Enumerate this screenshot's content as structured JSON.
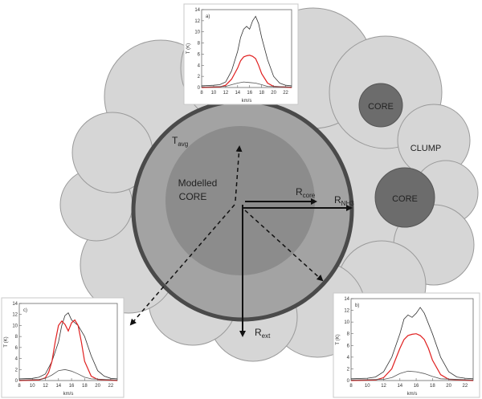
{
  "labels": {
    "t_avg_main": "T",
    "t_avg_sub": "avg",
    "clump": "CLUMP",
    "core_top": "CORE",
    "core_right": "CORE",
    "modelled_line1": "Modelled",
    "modelled_line2": "CORE",
    "r_core_main": "R",
    "r_core_sub": "core",
    "r_nh3_main": "R",
    "r_nh3_sub": "NH3",
    "r_ext_main": "R",
    "r_ext_sub": "ext"
  },
  "colors": {
    "cloud_fill": "#d6d6d6",
    "cloud_stroke": "#9a9a9a",
    "outer_ring": "#4a4a4a",
    "envelope": "#a3a3a3",
    "inner_core": "#8c8c8c",
    "small_core": "#6c6c6c",
    "spectrum_black": "#333333",
    "spectrum_red": "#e02020"
  },
  "chart_data": [
    {
      "type": "line",
      "panel": "a)",
      "xlabel": "km/s",
      "ylabel": "T (K)",
      "xlim": [
        8,
        23
      ],
      "ylim": [
        0,
        14
      ],
      "xticks": [
        "8",
        "10",
        "12",
        "14",
        "16",
        "18",
        "20",
        "22"
      ],
      "yticks": [
        "0",
        "2",
        "4",
        "6",
        "8",
        "10",
        "12",
        "14"
      ],
      "series": [
        {
          "color": "black",
          "x": [
            8,
            10,
            11,
            12,
            13,
            14,
            14.5,
            15,
            15.5,
            16,
            16.5,
            17,
            17.5,
            18,
            19,
            20,
            21,
            22,
            23
          ],
          "values": [
            0.3,
            0.4,
            0.5,
            1.0,
            3.0,
            6.5,
            9.0,
            10.5,
            11.0,
            10.5,
            12.0,
            12.8,
            11.5,
            9.0,
            5.0,
            2.0,
            0.8,
            0.4,
            0.3
          ]
        },
        {
          "color": "red",
          "x": [
            8,
            11,
            12,
            13,
            14,
            14.5,
            15,
            15.5,
            16,
            16.5,
            17,
            17.5,
            18,
            19,
            20,
            23
          ],
          "values": [
            0,
            0.1,
            0.4,
            1.5,
            3.5,
            4.8,
            5.5,
            5.7,
            5.8,
            5.6,
            5.2,
            4.0,
            2.5,
            0.8,
            0.2,
            0
          ]
        },
        {
          "color": "gray",
          "x": [
            8,
            12,
            13,
            14,
            15,
            16,
            17,
            18,
            19,
            23
          ],
          "values": [
            0.1,
            0.2,
            0.5,
            0.8,
            1.0,
            0.9,
            0.8,
            0.5,
            0.2,
            0.1
          ]
        }
      ]
    },
    {
      "type": "line",
      "panel": "c)",
      "xlabel": "km/s",
      "ylabel": "T (K)",
      "xlim": [
        8,
        23
      ],
      "ylim": [
        0,
        14
      ],
      "xticks": [
        "8",
        "10",
        "12",
        "14",
        "16",
        "18",
        "20",
        "22"
      ],
      "yticks": [
        "0",
        "2",
        "4",
        "6",
        "8",
        "10",
        "12",
        "14"
      ],
      "series": [
        {
          "color": "black",
          "x": [
            8,
            10,
            11,
            12,
            13,
            14,
            14.5,
            15,
            15.5,
            16,
            16.5,
            17,
            18,
            19,
            20,
            21,
            22,
            23
          ],
          "values": [
            0.3,
            0.4,
            0.6,
            1.2,
            3.5,
            7.0,
            10.0,
            11.8,
            12.3,
            11.0,
            10.5,
            10.0,
            8.0,
            4.5,
            1.8,
            0.8,
            0.4,
            0.3
          ]
        },
        {
          "color": "red",
          "x": [
            8,
            11,
            12,
            12.5,
            13,
            13.5,
            14,
            14.5,
            15,
            15.5,
            16,
            16.5,
            17,
            17.5,
            18,
            19,
            20,
            23
          ],
          "values": [
            0,
            0.1,
            0.5,
            1.5,
            3.5,
            7.0,
            10.0,
            10.8,
            10.2,
            9.0,
            10.5,
            11.0,
            10.0,
            7.0,
            3.5,
            0.8,
            0.2,
            0
          ]
        },
        {
          "color": "gray",
          "x": [
            8,
            11,
            12,
            13,
            14,
            15,
            16,
            17,
            18,
            19,
            23
          ],
          "values": [
            0.1,
            0.2,
            0.4,
            1.0,
            1.8,
            2.0,
            1.7,
            1.2,
            0.6,
            0.3,
            0.1
          ]
        }
      ]
    },
    {
      "type": "line",
      "panel": "b)",
      "xlabel": "km/s",
      "ylabel": "T (K)",
      "xlim": [
        8,
        23
      ],
      "ylim": [
        0,
        14
      ],
      "xticks": [
        "8",
        "10",
        "12",
        "14",
        "16",
        "18",
        "20",
        "22"
      ],
      "yticks": [
        "0",
        "2",
        "4",
        "6",
        "8",
        "10",
        "12",
        "14"
      ],
      "series": [
        {
          "color": "black",
          "x": [
            8,
            10,
            11,
            12,
            13,
            14,
            14.5,
            15,
            15.5,
            16,
            16.5,
            17,
            18,
            19,
            20,
            21,
            22,
            23
          ],
          "values": [
            0.3,
            0.4,
            0.6,
            1.5,
            4.0,
            8.0,
            10.5,
            11.2,
            10.8,
            11.5,
            12.5,
            11.5,
            8.0,
            4.0,
            1.5,
            0.6,
            0.4,
            0.3
          ]
        },
        {
          "color": "red",
          "x": [
            8,
            11,
            12,
            13,
            14,
            14.5,
            15,
            15.5,
            16,
            16.5,
            17,
            17.5,
            18,
            19,
            20,
            23
          ],
          "values": [
            0,
            0.1,
            0.5,
            2.0,
            5.5,
            7.0,
            7.7,
            7.9,
            8.0,
            7.7,
            7.0,
            5.5,
            3.5,
            1.0,
            0.2,
            0
          ]
        },
        {
          "color": "gray",
          "x": [
            8,
            12,
            13,
            14,
            15,
            16,
            17,
            18,
            19,
            23
          ],
          "values": [
            0.1,
            0.2,
            0.5,
            1.2,
            1.6,
            1.5,
            1.2,
            0.7,
            0.3,
            0.1
          ]
        }
      ]
    }
  ]
}
